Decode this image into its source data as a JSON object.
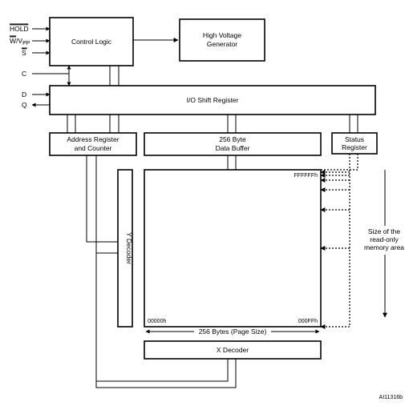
{
  "signals": {
    "hold": "HOLD",
    "wvpp_w": "W",
    "wvpp_sep": "/V",
    "wvpp_sub": "PP",
    "s": "S",
    "c": "C",
    "d": "D",
    "q": "Q"
  },
  "blocks": {
    "control_logic": "Control Logic",
    "hv_gen_line1": "High Voltage",
    "hv_gen_line2": "Generator",
    "io_shift": "I/O Shift Register",
    "addr_line1": "Address Register",
    "addr_line2": "and Counter",
    "buffer_line1": "256 Byte",
    "buffer_line2": "Data Buffer",
    "status_line1": "Status",
    "status_line2": "Register",
    "y_decoder": "Y Decoder",
    "x_decoder": "X Decoder"
  },
  "memory": {
    "top_right": "FFFFFFh",
    "bottom_left": "00000h",
    "bottom_right": "000FFh",
    "page_size": "256 Bytes (Page Size)"
  },
  "annotation": {
    "line1": "Size of the",
    "line2": "read-only",
    "line3": "memory area"
  },
  "figure_id": "AI11316b"
}
